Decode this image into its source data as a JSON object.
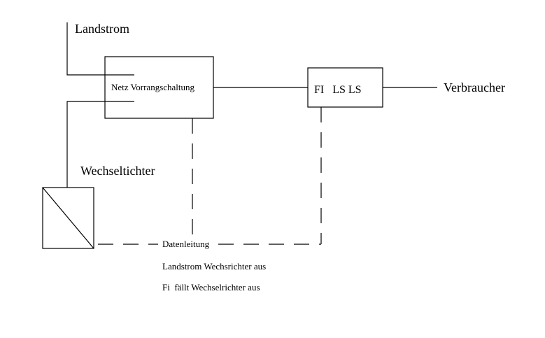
{
  "diagram": {
    "labels": {
      "landstrom": "Landstrom",
      "vorrang": "Netz Vorrangschaltung",
      "fi_ls": "FI   LS LS",
      "verbraucher": "Verbraucher",
      "wechsel": "Wechseltichter",
      "datenleitung": "Datenleitung",
      "note1": "Landstrom Wechsrichter aus",
      "note2": "Fi  fällt Wechselrichter aus"
    },
    "colors": {
      "line": "#000000",
      "background": "#ffffff"
    }
  }
}
